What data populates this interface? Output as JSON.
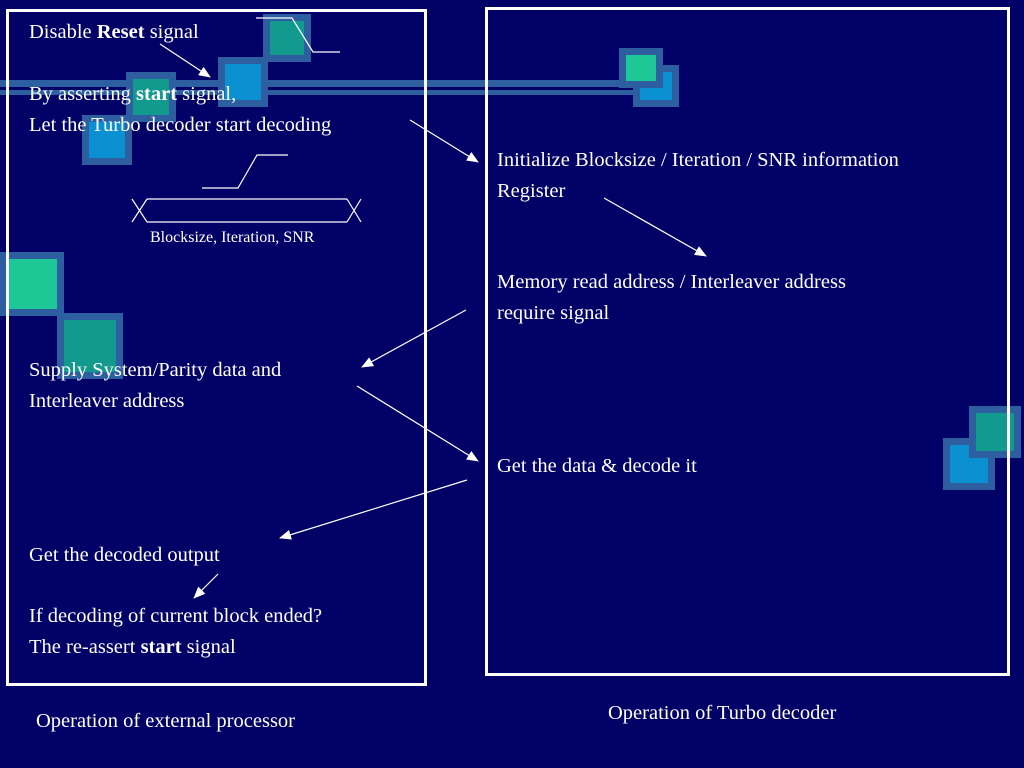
{
  "processor": {
    "disable_prefix": "Disable ",
    "disable_bold": "Reset",
    "disable_suffix": " signal",
    "assert_prefix": "By asserting ",
    "assert_bold": "start",
    "assert_suffix": " signal,",
    "let_line": "Let the Turbo decoder start decoding",
    "timing_label": "Blocksize, Iteration, SNR",
    "supply_line1": "Supply System/Parity data and",
    "supply_line2": "Interleaver address",
    "decoded_output": "Get the decoded output",
    "ended_question": "If decoding of current block ended?",
    "reassert_prefix": "The re-assert ",
    "reassert_bold": "start",
    "reassert_suffix": " signal",
    "caption": "Operation of external processor"
  },
  "decoder": {
    "init_line1": "Initialize Blocksize / Iteration / SNR information",
    "init_line2": "Register",
    "mem_line1": "Memory read address / Interleaver address",
    "mem_line2": "require signal",
    "get_data": "Get the data & decode it",
    "caption": "Operation of Turbo decoder"
  },
  "colors": {
    "background": "#000066",
    "square_border": "#2d5fa0",
    "teal": "#139a8f",
    "cyan": "#0a8fd0",
    "green": "#1ec896"
  }
}
